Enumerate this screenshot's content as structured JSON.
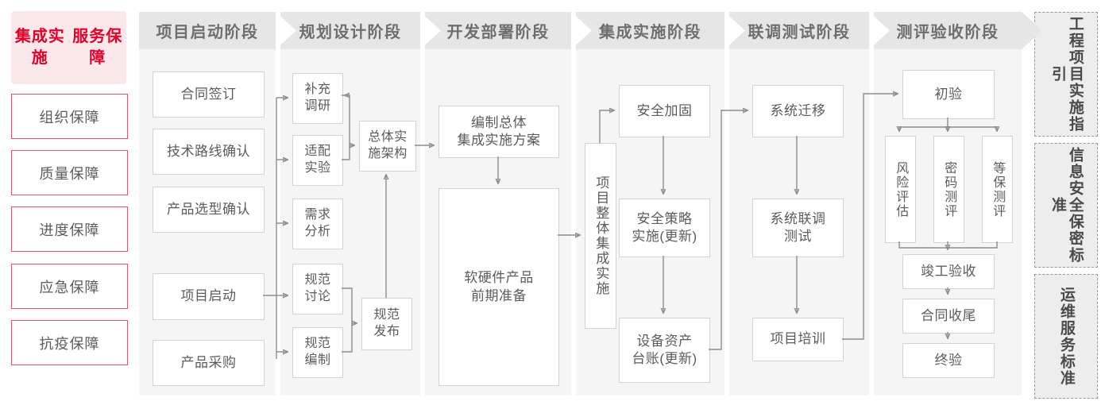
{
  "left_panel": {
    "title": "集成实施\n服务保障",
    "title_lines": [
      "集成实施",
      "服务保障"
    ],
    "accent_color": "#e4002b",
    "background_color": "#fbe8ea",
    "items": [
      {
        "label": "组织保障"
      },
      {
        "label": "质量保障"
      },
      {
        "label": "进度保障"
      },
      {
        "label": "应急保障"
      },
      {
        "label": "抗疫保障"
      }
    ]
  },
  "stages": [
    {
      "header": "项目启动阶段",
      "nodes": [
        {
          "label": "合同签订"
        },
        {
          "label": "技术路线确认"
        },
        {
          "label": "产品选型确认"
        },
        {
          "label": "项目启动"
        },
        {
          "label": "产品采购"
        }
      ]
    },
    {
      "header": "规划设计阶段",
      "nodes": [
        {
          "label": "补充\n调研",
          "lines": [
            "补充",
            "调研"
          ]
        },
        {
          "label": "适配\n实验",
          "lines": [
            "适配",
            "实验"
          ]
        },
        {
          "label": "需求\n分析",
          "lines": [
            "需求",
            "分析"
          ]
        },
        {
          "label": "规范\n讨论",
          "lines": [
            "规范",
            "讨论"
          ]
        },
        {
          "label": "规范\n编制",
          "lines": [
            "规范",
            "编制"
          ]
        },
        {
          "label": "总体实\n施架构",
          "lines": [
            "总体实",
            "施架构"
          ]
        },
        {
          "label": "规范\n发布",
          "lines": [
            "规范",
            "发布"
          ]
        }
      ]
    },
    {
      "header": "开发部署阶段",
      "nodes": [
        {
          "label": "编制总体\n集成实施方案",
          "lines": [
            "编制总体",
            "集成实施方案"
          ]
        },
        {
          "label": "软硬件产品\n前期准备",
          "lines": [
            "软硬件产品",
            "前期准备"
          ]
        }
      ]
    },
    {
      "header": "集成实施阶段",
      "nodes": [
        {
          "label": "项目整体集成实施",
          "vertical": true
        },
        {
          "label": "安全加固"
        },
        {
          "label": "安全策略\n实施(更新)",
          "lines": [
            "安全策略",
            "实施(更新)"
          ]
        },
        {
          "label": "设备资产\n台账(更新)",
          "lines": [
            "设备资产",
            "台账(更新)"
          ]
        }
      ]
    },
    {
      "header": "联调测试阶段",
      "nodes": [
        {
          "label": "系统迁移"
        },
        {
          "label": "系统联调\n测试",
          "lines": [
            "系统联调",
            "测试"
          ]
        },
        {
          "label": "项目培训"
        }
      ]
    },
    {
      "header": "测评验收阶段",
      "nodes": [
        {
          "label": "初验"
        },
        {
          "label": "风险评估",
          "vertical": true
        },
        {
          "label": "密码测评",
          "vertical": true
        },
        {
          "label": "等保测评",
          "vertical": true
        },
        {
          "label": "竣工验收"
        },
        {
          "label": "合同收尾"
        },
        {
          "label": "终验"
        }
      ]
    }
  ],
  "reference_panels": [
    {
      "label": "工程项目实施指引"
    },
    {
      "label": "信息安全保密标准"
    },
    {
      "label": "运维服务标准"
    }
  ]
}
